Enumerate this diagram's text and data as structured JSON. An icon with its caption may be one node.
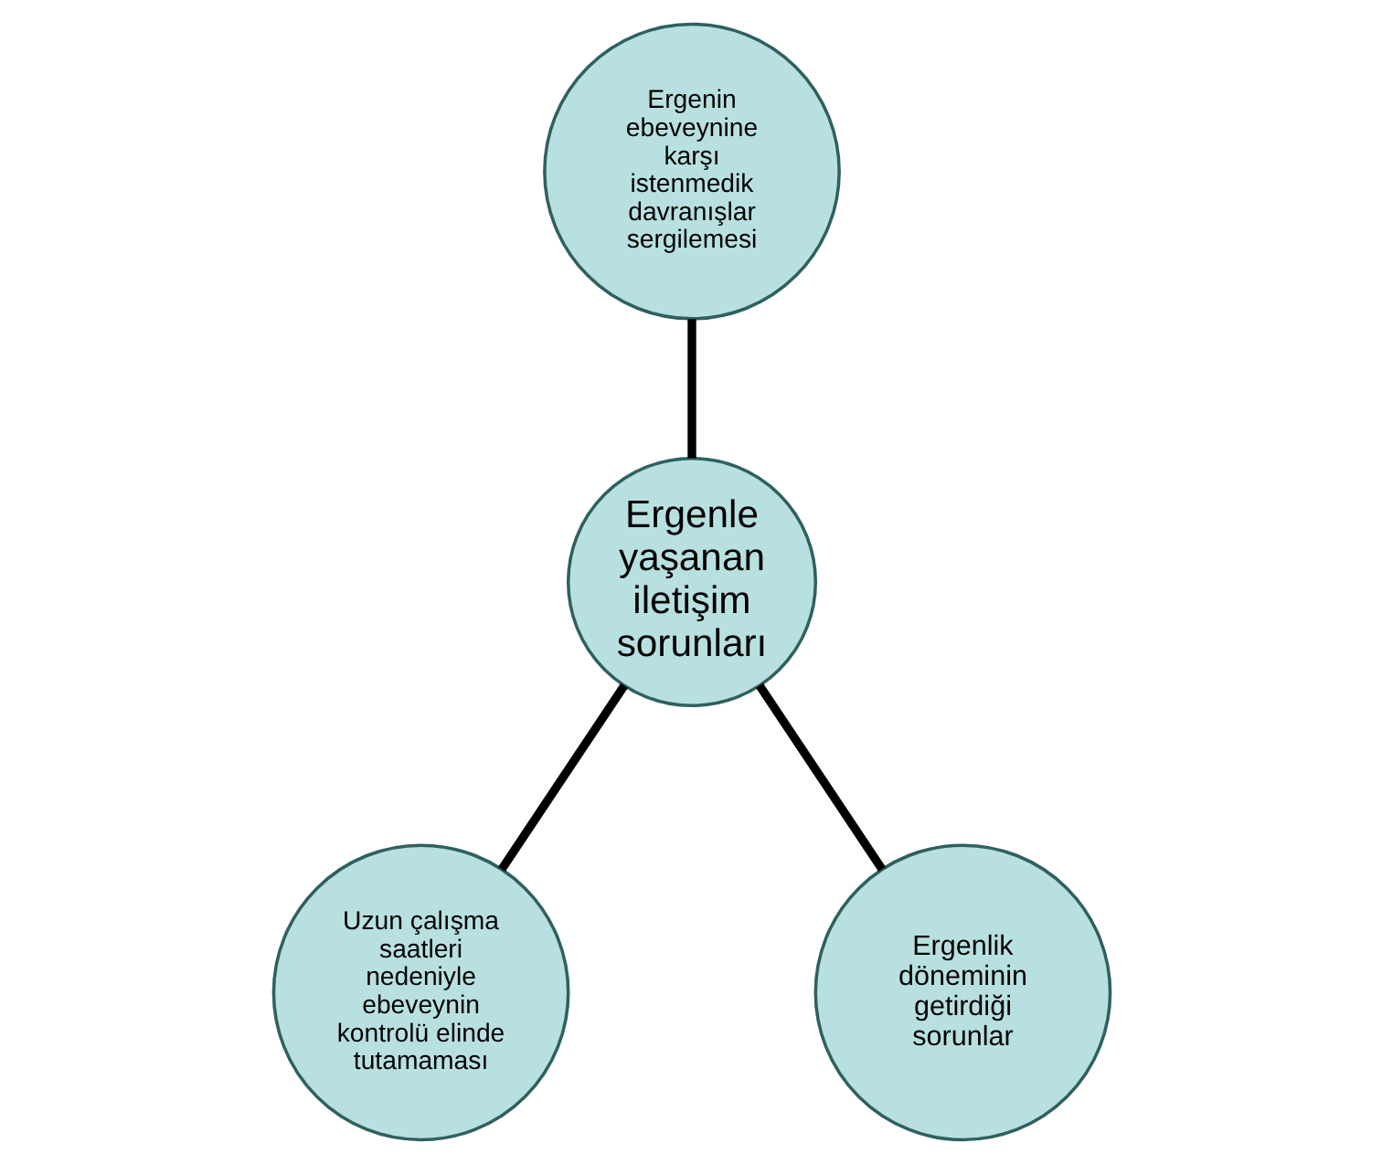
{
  "diagram": {
    "nodes": [
      {
        "text": [
          "Ergenin ebeveynine karşı istenmedik davranışlar sergilemesi"
        ]
      },
      {
        "text": [
          "Ergenle yaşanan iletişim sorunları"
        ]
      },
      {
        "text": [
          "Uzun çalışma saatleri nedeniyle ebeveynin kontrolü elinde tutamaması"
        ]
      },
      {
        "text": [
          "Ergenlik döneminin getirdiği sorunlar"
        ]
      }
    ],
    "edges": [
      {
        "from": 0,
        "to": 1,
        "arrow": "none"
      },
      {
        "from": 1,
        "to": 2,
        "arrow": "none"
      },
      {
        "from": 1,
        "to": 3,
        "arrow": "none"
      }
    ]
  }
}
